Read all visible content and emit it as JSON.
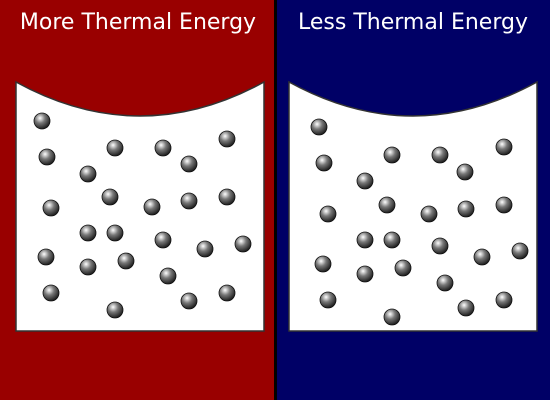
{
  "colors": {
    "left_background": "#990000",
    "right_background": "#000066",
    "container_fill": "#ffffff",
    "container_stroke": "#333333",
    "particle_dark": "#1a1a1a",
    "particle_mid": "#777777",
    "particle_light": "#ffffff"
  },
  "panels": [
    {
      "title": "More Thermal Energy",
      "particles": [
        [
          42,
          121
        ],
        [
          47,
          157
        ],
        [
          115,
          148
        ],
        [
          163,
          148
        ],
        [
          227,
          139
        ],
        [
          88,
          174
        ],
        [
          189,
          164
        ],
        [
          51,
          208
        ],
        [
          110,
          197
        ],
        [
          152,
          207
        ],
        [
          189,
          201
        ],
        [
          227,
          197
        ],
        [
          88,
          233
        ],
        [
          115,
          233
        ],
        [
          163,
          240
        ],
        [
          205,
          249
        ],
        [
          243,
          244
        ],
        [
          46,
          257
        ],
        [
          88,
          267
        ],
        [
          126,
          261
        ],
        [
          168,
          276
        ],
        [
          51,
          293
        ],
        [
          115,
          310
        ],
        [
          189,
          301
        ],
        [
          227,
          293
        ]
      ]
    },
    {
      "title": "Less Thermal Energy",
      "particles": [
        [
          319,
          127
        ],
        [
          324,
          163
        ],
        [
          392,
          155
        ],
        [
          440,
          155
        ],
        [
          504,
          147
        ],
        [
          365,
          181
        ],
        [
          465,
          172
        ],
        [
          328,
          214
        ],
        [
          387,
          205
        ],
        [
          429,
          214
        ],
        [
          466,
          209
        ],
        [
          504,
          205
        ],
        [
          365,
          240
        ],
        [
          392,
          240
        ],
        [
          440,
          246
        ],
        [
          482,
          257
        ],
        [
          520,
          251
        ],
        [
          323,
          264
        ],
        [
          365,
          274
        ],
        [
          403,
          268
        ],
        [
          445,
          283
        ],
        [
          328,
          300
        ],
        [
          392,
          317
        ],
        [
          466,
          308
        ],
        [
          504,
          300
        ]
      ]
    }
  ]
}
